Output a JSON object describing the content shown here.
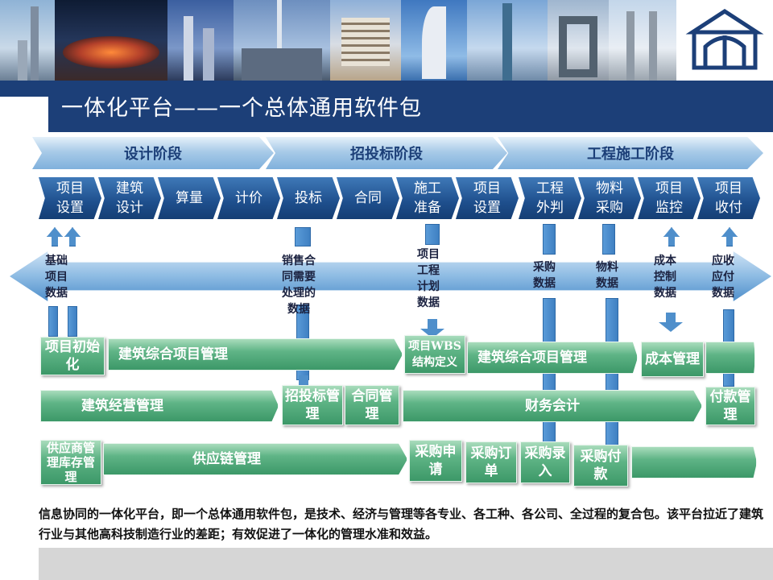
{
  "title": "一体化平台——一个总体通用软件包",
  "phases": [
    "设计阶段",
    "招投标阶段",
    "工程施工阶段"
  ],
  "steps": [
    [
      "项目",
      "设置"
    ],
    [
      "建筑",
      "设计"
    ],
    [
      "算量"
    ],
    [
      "计价"
    ],
    [
      "投标"
    ],
    [
      "合同"
    ],
    [
      "施工",
      "准备"
    ],
    [
      "项目",
      "设置"
    ],
    [
      "工程",
      "外判"
    ],
    [
      "物料",
      "采购"
    ],
    [
      "项目",
      "监控"
    ],
    [
      "项目",
      "收付"
    ]
  ],
  "data_labels": {
    "base": [
      "基础",
      "项目",
      "数据"
    ],
    "sales": [
      "销售合",
      "同需要",
      "处理的",
      "数据"
    ],
    "plan": [
      "项目",
      "工程",
      "计划",
      "数据"
    ],
    "purchase": [
      "采购",
      "数据"
    ],
    "material": [
      "物料",
      "数据"
    ],
    "cost": [
      "成本",
      "控制",
      "数据"
    ],
    "payable": [
      "应收",
      "应付",
      "数据"
    ]
  },
  "row1": {
    "init": "项目初始化",
    "build_mgmt_a": "建筑综合项目管理",
    "wbs": "项目WBS结构定义",
    "build_mgmt_b": "建筑综合项目管理",
    "cost_mgmt": "成本管理"
  },
  "row2": {
    "biz": "建筑经营管理",
    "bid": "招投标管理",
    "contract": "合同管理",
    "finance": "财务会计",
    "pay": "付款管理"
  },
  "row3": {
    "supplier": "供应商管理库存管理",
    "scm": "供应链管理",
    "req": "采购申请",
    "order": "采购订单",
    "entry": "采购录入",
    "paying": "采购付款"
  },
  "description": "信息协同的一体化平台，即一个总体通用软件包，是技术、经济与管理等各专业、各工种、各公司、全过程的复合包。该平台拉近了建筑行业与其他高科技制造行业的差距；有效促进了一体化的管理水准和效益。",
  "colors": {
    "navy": "#1c3f78",
    "green": "#3c9868",
    "blue": "#4f8fcb"
  }
}
